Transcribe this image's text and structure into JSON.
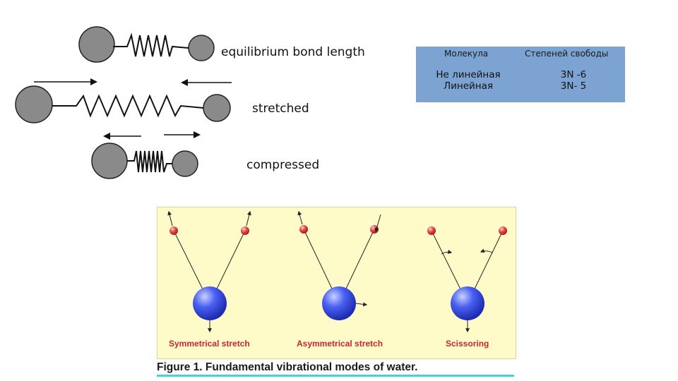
{
  "springs": {
    "equilibrium_label": "equilibrium bond length",
    "stretched_label": "stretched",
    "compressed_label": "compressed"
  },
  "dof_table": {
    "headers": [
      "Молекула",
      "Степеней свободы"
    ],
    "rows": [
      [
        "Не линейная",
        "3N -6"
      ],
      [
        "Линейная",
        "3N- 5"
      ]
    ]
  },
  "figure": {
    "modes": [
      "Symmetrical stretch",
      "Asymmetrical stretch",
      "Scissoring"
    ],
    "caption": "Figure 1. Fundamental vibrational modes of water."
  },
  "colors": {
    "atom_gray": "#8a8a8a",
    "table_bg": "#7ca3d2",
    "figure_bg": "#fffbc9",
    "mode_label": "#c8262b",
    "caption_underline": "#45d4d4"
  }
}
